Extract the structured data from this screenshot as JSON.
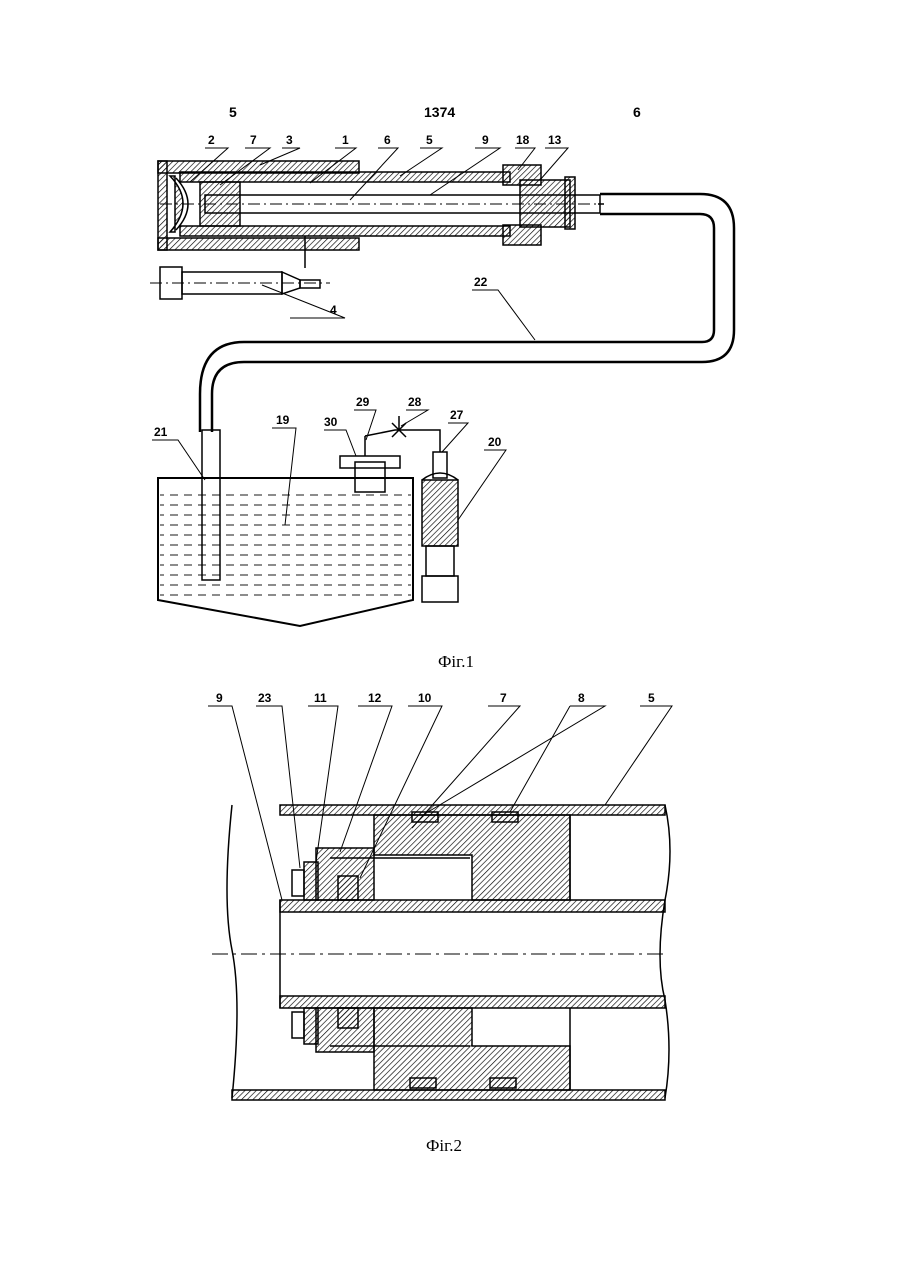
{
  "header": {
    "left_page": "5",
    "doc_number": "1374",
    "right_page": "6"
  },
  "fig1": {
    "caption": "Фіг.1",
    "labels": [
      {
        "id": "c2",
        "text": "2"
      },
      {
        "id": "c7",
        "text": "7"
      },
      {
        "id": "c3",
        "text": "3"
      },
      {
        "id": "c1",
        "text": "1"
      },
      {
        "id": "c6",
        "text": "6"
      },
      {
        "id": "c5",
        "text": "5"
      },
      {
        "id": "c9",
        "text": "9"
      },
      {
        "id": "c18",
        "text": "18"
      },
      {
        "id": "c13",
        "text": "13"
      },
      {
        "id": "c4",
        "text": "4"
      },
      {
        "id": "c22",
        "text": "22"
      },
      {
        "id": "c21",
        "text": "21"
      },
      {
        "id": "c19",
        "text": "19"
      },
      {
        "id": "c30",
        "text": "30"
      },
      {
        "id": "c29",
        "text": "29"
      },
      {
        "id": "c28",
        "text": "28"
      },
      {
        "id": "c27",
        "text": "27"
      },
      {
        "id": "c20",
        "text": "20"
      }
    ]
  },
  "fig2": {
    "caption": "Фіг.2",
    "labels": [
      {
        "id": "d9",
        "text": "9"
      },
      {
        "id": "d23",
        "text": "23"
      },
      {
        "id": "d11",
        "text": "11"
      },
      {
        "id": "d12",
        "text": "12"
      },
      {
        "id": "d10",
        "text": "10"
      },
      {
        "id": "d7",
        "text": "7"
      },
      {
        "id": "d8",
        "text": "8"
      },
      {
        "id": "d5",
        "text": "5"
      }
    ]
  }
}
